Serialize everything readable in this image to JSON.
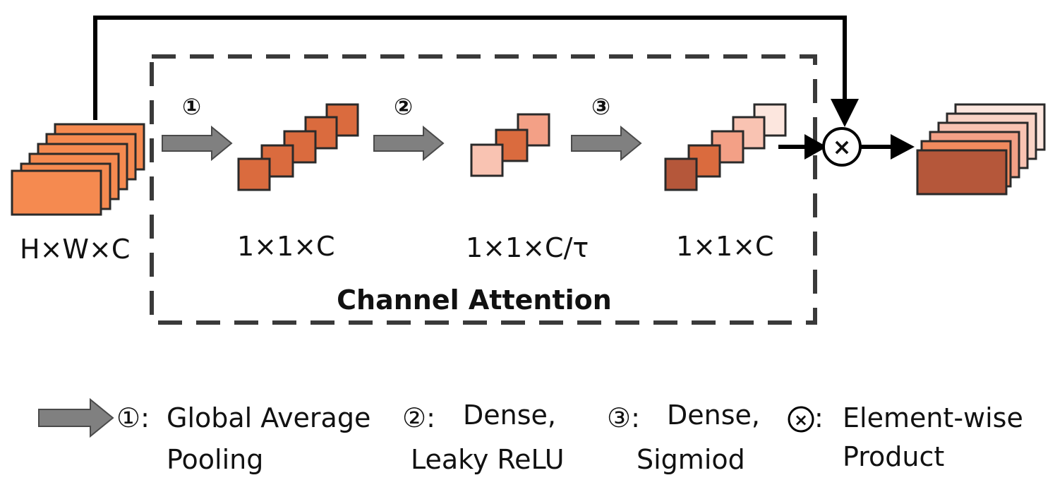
{
  "diagram": {
    "input_label": "H×W×C",
    "pooled_label": "1×1×C",
    "reduced_label": "1×1×C/τ",
    "attention_label": "1×1×C",
    "block_title": "Channel Attention",
    "steps": [
      "①",
      "②",
      "③"
    ],
    "product_symbol": "×"
  },
  "legend": {
    "step1_marker": "①:",
    "step1_line1": "Global Average",
    "step1_line2": "Pooling",
    "step2_marker": "②:",
    "step2_line1": "Dense,",
    "step2_line2": "Leaky ReLU",
    "step3_marker": "③:",
    "step3_line1": "Dense,",
    "step3_line2": "Sigmiod",
    "product_marker": ":",
    "product_line1": "Element-wise",
    "product_line2": "Product"
  },
  "colors": {
    "input_fill": "#F58A50",
    "pooled_fill": "#DA6B3E",
    "reduced_light": "#F9C3B2",
    "reduced_mid": "#F3A086",
    "out_dark": "#B5573A",
    "out_light": "#FCE6DE",
    "arrow_gray": "#808080",
    "dash_gray": "#3a3a3a"
  }
}
